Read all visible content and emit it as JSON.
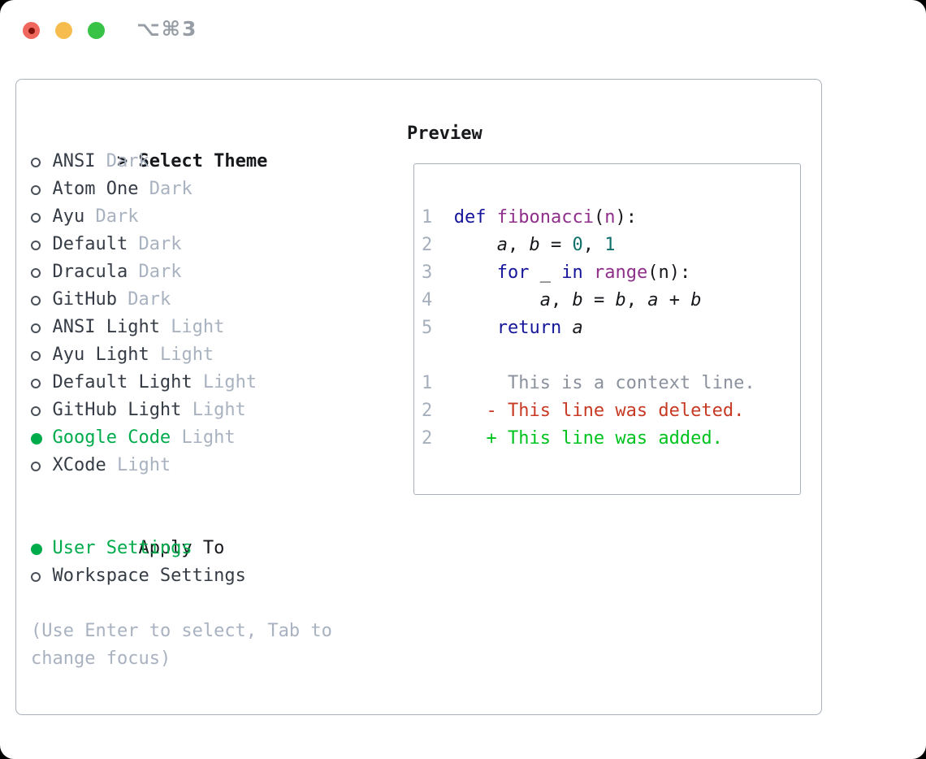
{
  "window": {
    "shortcut": "⌥⌘3"
  },
  "sidebar": {
    "cursor": ">",
    "title": "Select Theme",
    "themes": [
      {
        "name": "ANSI",
        "variant": "Dark",
        "selected": false
      },
      {
        "name": "Atom One",
        "variant": "Dark",
        "selected": false
      },
      {
        "name": "Ayu",
        "variant": "Dark",
        "selected": false
      },
      {
        "name": "Default",
        "variant": "Dark",
        "selected": false
      },
      {
        "name": "Dracula",
        "variant": "Dark",
        "selected": false
      },
      {
        "name": "GitHub",
        "variant": "Dark",
        "selected": false
      },
      {
        "name": "ANSI Light",
        "variant": "Light",
        "selected": false
      },
      {
        "name": "Ayu Light",
        "variant": "Light",
        "selected": false
      },
      {
        "name": "Default Light",
        "variant": "Light",
        "selected": false
      },
      {
        "name": "GitHub Light",
        "variant": "Light",
        "selected": false
      },
      {
        "name": "Google Code",
        "variant": "Light",
        "selected": true
      },
      {
        "name": "XCode",
        "variant": "Light",
        "selected": false
      }
    ],
    "apply_to_title": "Apply To",
    "apply_options": [
      {
        "label": "User Settings",
        "selected": true
      },
      {
        "label": "Workspace Settings",
        "selected": false
      }
    ],
    "help_lines": [
      "(Use Enter to select, Tab to",
      "change focus)"
    ]
  },
  "preview": {
    "title": "Preview",
    "lines": [
      {
        "num": "1",
        "tokens": [
          {
            "c": "kw",
            "t": "def"
          },
          {
            "c": "pl",
            "t": " "
          },
          {
            "c": "fn",
            "t": "fibonacci"
          },
          {
            "c": "pl",
            "t": "("
          },
          {
            "c": "fn",
            "t": "n"
          },
          {
            "c": "pl",
            "t": "):"
          }
        ]
      },
      {
        "num": "2",
        "tokens": [
          {
            "c": "pl",
            "t": "    "
          },
          {
            "c": "var",
            "t": "a"
          },
          {
            "c": "pl",
            "t": ", "
          },
          {
            "c": "var",
            "t": "b"
          },
          {
            "c": "pl",
            "t": " = "
          },
          {
            "c": "num",
            "t": "0"
          },
          {
            "c": "pl",
            "t": ", "
          },
          {
            "c": "num",
            "t": "1"
          }
        ]
      },
      {
        "num": "3",
        "tokens": [
          {
            "c": "pl",
            "t": "    "
          },
          {
            "c": "kw",
            "t": "for"
          },
          {
            "c": "pl",
            "t": " _ "
          },
          {
            "c": "kw",
            "t": "in"
          },
          {
            "c": "pl",
            "t": " "
          },
          {
            "c": "fn",
            "t": "range"
          },
          {
            "c": "pl",
            "t": "(n):"
          }
        ]
      },
      {
        "num": "4",
        "tokens": [
          {
            "c": "pl",
            "t": "        "
          },
          {
            "c": "var",
            "t": "a"
          },
          {
            "c": "pl",
            "t": ", "
          },
          {
            "c": "var",
            "t": "b"
          },
          {
            "c": "pl",
            "t": " = "
          },
          {
            "c": "var",
            "t": "b"
          },
          {
            "c": "pl",
            "t": ", "
          },
          {
            "c": "var",
            "t": "a"
          },
          {
            "c": "pl",
            "t": " + "
          },
          {
            "c": "var",
            "t": "b"
          }
        ]
      },
      {
        "num": "5",
        "tokens": [
          {
            "c": "pl",
            "t": "    "
          },
          {
            "c": "kw",
            "t": "return"
          },
          {
            "c": "pl",
            "t": " "
          },
          {
            "c": "var",
            "t": "a"
          }
        ]
      },
      {
        "num": "",
        "tokens": []
      },
      {
        "num": "1",
        "tokens": [
          {
            "c": "ctx",
            "t": "     This is a context line."
          }
        ]
      },
      {
        "num": "2",
        "tokens": [
          {
            "c": "del",
            "t": "   - This line was deleted."
          }
        ]
      },
      {
        "num": "2",
        "tokens": [
          {
            "c": "add",
            "t": "   + This line was added."
          }
        ]
      }
    ]
  },
  "colors": {
    "close_red": "#f0685d",
    "close_dot": "#7f130b",
    "min_yellow": "#f6bd4e",
    "zoom_green": "#38c246",
    "title_gray": "#979da5",
    "border": "#a9b0b8",
    "heading": "#16181b",
    "text": "#353c45",
    "muted": "#a9b2c0",
    "accent_green": "#00ab4c",
    "keyword": "#16169a",
    "function": "#8e2f8a",
    "number_literal": "#0f6f6b",
    "code_text": "#16181c",
    "line_number": "#a6afbc",
    "context": "#8b929d",
    "deleted": "#c73a24",
    "added": "#00c31f"
  }
}
